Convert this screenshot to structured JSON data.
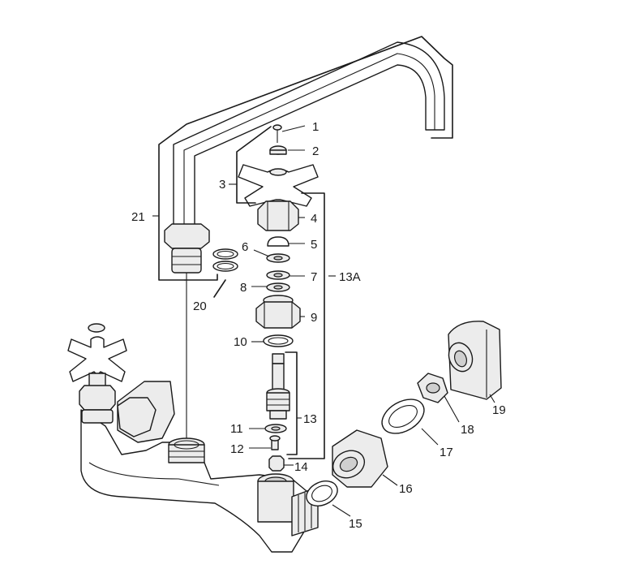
{
  "labels": {
    "p1": "1",
    "p2": "2",
    "p3": "3",
    "p4": "4",
    "p5": "5",
    "p6": "6",
    "p7": "7",
    "p8": "8",
    "p9": "9",
    "p10": "10",
    "p11": "11",
    "p12": "12",
    "p13": "13",
    "p13a": "13A",
    "p14": "14",
    "p15": "15",
    "p16": "16",
    "p17": "17",
    "p18": "18",
    "p19": "19",
    "p20": "20",
    "p21": "21"
  }
}
